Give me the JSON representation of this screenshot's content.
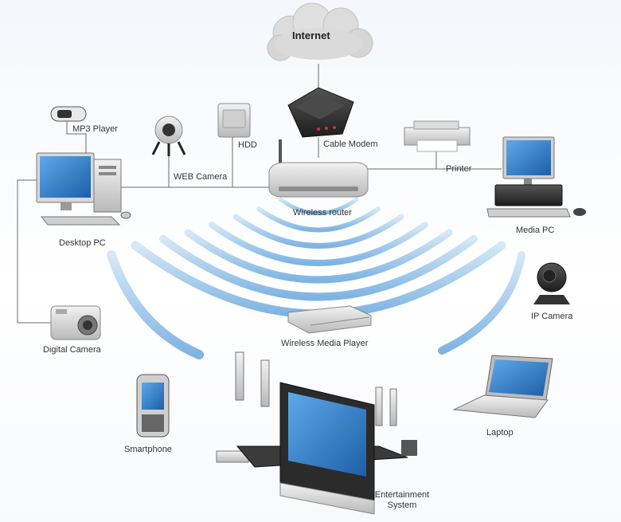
{
  "labels": {
    "internet": "Internet",
    "mp3_player": "MP3 Player",
    "hdd": "HDD",
    "cable_modem": "Cable Modem",
    "printer": "Printer",
    "web_camera": "WEB Camera",
    "desktop_pc": "Desktop PC",
    "wireless_router": "Wireless router",
    "media_pc": "Media PC",
    "ip_camera": "IP Camera",
    "wireless_media_player": "Wireless Media Player",
    "digital_camera": "Digital Camera",
    "smartphone": "Smartphone",
    "laptop": "Laptop",
    "entertainment_system_line1": "Entertainment",
    "entertainment_system_line2": "System"
  },
  "colors": {
    "wave": "#8fbfe6",
    "screen": "#2f7fd0",
    "device_dark": "#3a3a3a",
    "device_light": "#dcdcdc",
    "wire": "#6b6b6b",
    "cloud": "#d9d9d9"
  }
}
